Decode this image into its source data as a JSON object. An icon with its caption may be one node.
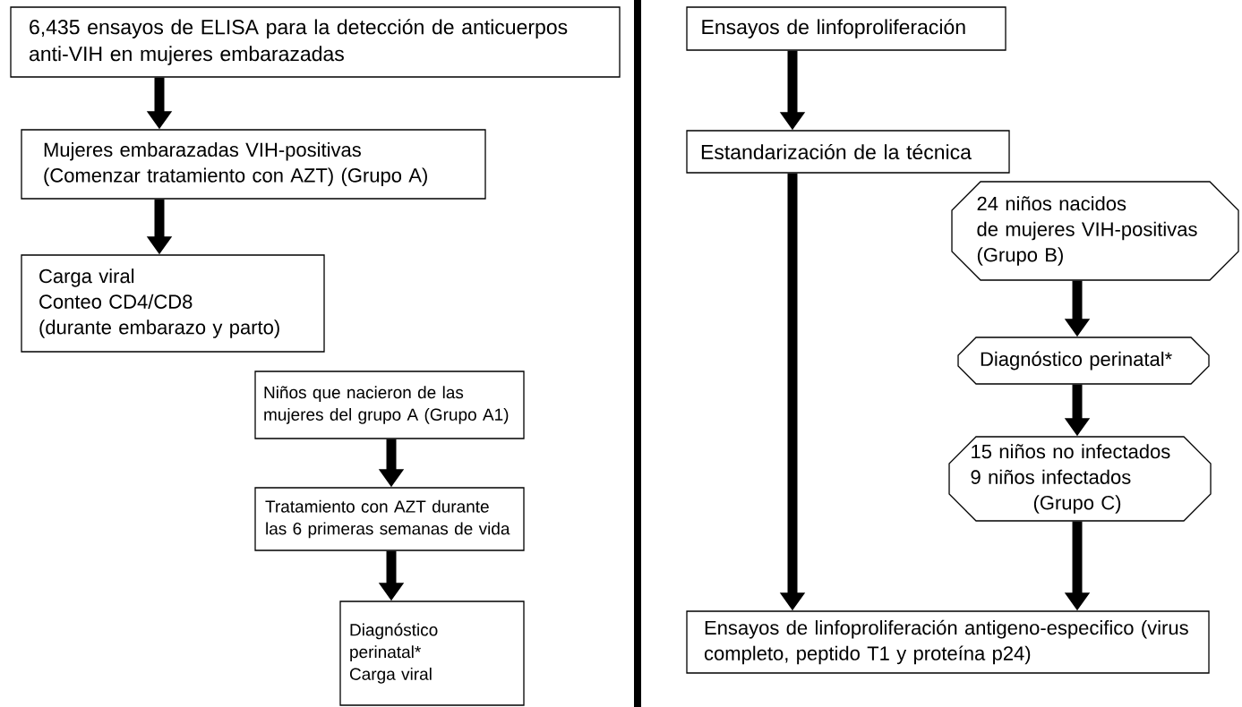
{
  "diagram": {
    "nodes": [
      {
        "text": [
          "6,435 ensayos de ELISA para la detección de anticuerpos anti-VIH en mujeres embarazadas"
        ]
      },
      {
        "text": [
          "Mujeres embarazadas VIH-positivas",
          "(Comenzar tratamiento con AZT) (Grupo A)"
        ]
      },
      {
        "text": [
          "Carga viral",
          "Conteo CD4/CD8",
          "(durante embarazo y parto)"
        ]
      },
      {
        "text": [
          "Niños que nacieron de las mujeres del grupo A (Grupo A1)"
        ]
      },
      {
        "text": [
          "Tratamiento con AZT durante las 6 primeras semanas de vida"
        ]
      },
      {
        "text": [
          "Diagnóstico perinatal*",
          "Carga viral"
        ]
      },
      {
        "text": [
          "Ensayos de linfoproliferación"
        ]
      },
      {
        "text": [
          "Estandarización de la técnica"
        ]
      },
      {
        "text": [
          "24 niños nacidos",
          "de mujeres VIH-positivas",
          "(Grupo B)"
        ]
      },
      {
        "text": [
          "Diagnóstico perinatal*"
        ]
      },
      {
        "text": [
          "15 niños no infectados",
          "9 niños infectados",
          "(Grupo C)"
        ]
      },
      {
        "text": [
          "Ensayos de linfoproliferación antigeno-especifico (virus completo, peptido T1 y proteína p24)"
        ]
      }
    ],
    "edges": [
      {
        "from": 0,
        "to": 1,
        "arrow": "to"
      },
      {
        "from": 1,
        "to": 2,
        "arrow": "to"
      },
      {
        "from": 3,
        "to": 4,
        "arrow": "to"
      },
      {
        "from": 4,
        "to": 5,
        "arrow": "to"
      },
      {
        "from": 6,
        "to": 7,
        "arrow": "to"
      },
      {
        "from": 7,
        "to": 11,
        "arrow": "to"
      },
      {
        "from": 8,
        "to": 9,
        "arrow": "to"
      },
      {
        "from": 9,
        "to": 10,
        "arrow": "to"
      },
      {
        "from": 10,
        "to": 11,
        "arrow": "to"
      }
    ]
  }
}
